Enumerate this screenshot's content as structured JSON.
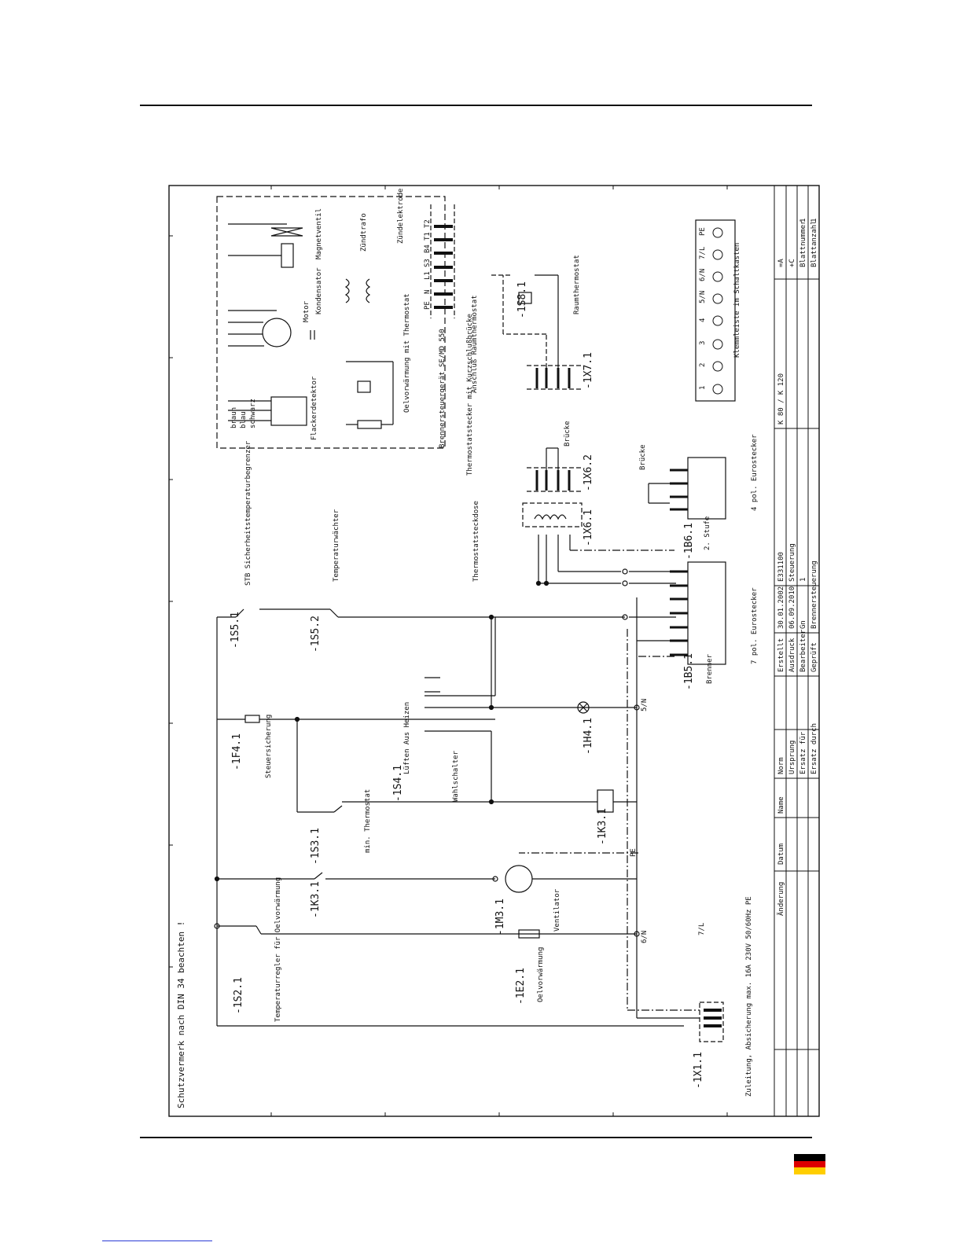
{
  "sheet": {
    "protection_note": "Schutzvermerk nach DIN 34 beachten !",
    "model": "K 80 / K 120",
    "title_block": {
      "erstellt_label": "Erstellt",
      "erstellt_date": "30.01.2002",
      "ausdruck_label": "Ausdruck",
      "ausdruck_date": "06.09.2010",
      "bearbeiter_label": "Bearbeiter",
      "bearbeiter": "Gn",
      "geprueft_label": "Geprüft",
      "drawing_no": "E331100",
      "drawing_title": "Steuerung",
      "drawing_sub": "1",
      "sheet_title": "Brennersteuerung",
      "aenderung": "Änderung",
      "datum": "Datum",
      "name": "Name",
      "norm": "Norm",
      "ursprung": "Ursprung",
      "ersatz_fuer": "Ersatz für",
      "ersatz_durch": "Ersatz durch",
      "plus_a": "=A",
      "plus_c": "+C",
      "blattnummer_label": "Blattnummer",
      "blattnummer": "1",
      "blattanzahl_label": "Blattanzahl",
      "blattanzahl": "1"
    }
  },
  "components": {
    "s21": "-1S2.1",
    "s21_label": "Temperaturregler für Oelvorwärmung",
    "x11": "-1X1.1",
    "zuleitung": "Zuleitung, Absicherung max. 16A 230V 50/60Hz PE",
    "e21": "-1E2.1",
    "e21_label": "Oelvorwärmung",
    "m31": "-1M3.1",
    "m31_label": "Ventilator",
    "k31_contact": "-1K3.1",
    "k31_coil": "-1K3.1",
    "s31": "-1S3.1",
    "s31_label": "min. Thermostat",
    "s41": "-1S4.1",
    "s41_label": "Wahlschalter",
    "s41_pos": "Lüften Aus Heizen",
    "f41": "-1F4.1",
    "f41_label": "Steuersicherung",
    "h41": "-1H4.1",
    "s51": "-1S5.1",
    "s51_label": "STB Sicherheitstemperaturbegrenzer",
    "s52": "-1S5.2",
    "s52_label": "Temperaturwächter",
    "b51": "-1B5.1",
    "b51_label": "Brenner",
    "b51_plug": "7 pol. Eurostecker",
    "b61": "-1B6.1",
    "b61_label": "2. Stufe",
    "b61_plug": "4 pol. Eurostecker",
    "bruecke": "Brücke",
    "x61": "-1X6.1",
    "x61_label": "Thermostatsteckdose",
    "x62": "-1X6.2",
    "x62_label": "Thermostatstecker mit Kurzschlußbrücke",
    "x71": "-1X7.1",
    "x71_label": "Anschluß Raumthermostat",
    "s81": "-1S8.1",
    "s81_label": "Raumthermostat",
    "ctrl_label": "Brennersteuergerät SE/MD 550",
    "flacker": "Flackerdetektor",
    "oelvor_thermo": "Oelvorwärmung mit Thermostat",
    "motor": "Motor",
    "kondensator": "Kondensator",
    "magnetventil": "Magnetventil",
    "zuendtrafo": "Zündtrafo",
    "zuendelektrode": "Zündelektrode",
    "klemmleiste": "Klemmleiste im Schaltkasten",
    "terminals": [
      "1",
      "2",
      "3",
      "4",
      "5/N",
      "6/N",
      "7/L",
      "PE"
    ],
    "bus_L": "7/L",
    "bus_N6": "6/N",
    "bus_N5": "5/N",
    "bus_PE": "PE",
    "wires": [
      "braun",
      "blau",
      "schwarz"
    ],
    "plug_pins": [
      "PE",
      "N",
      "L1",
      "S3",
      "B4",
      "T1",
      "T2"
    ]
  },
  "colors": {
    "ink": "#111111",
    "flag_black": "#000000",
    "flag_red": "#dd0000",
    "flag_gold": "#ffce00",
    "link": "#2a3bd6"
  }
}
